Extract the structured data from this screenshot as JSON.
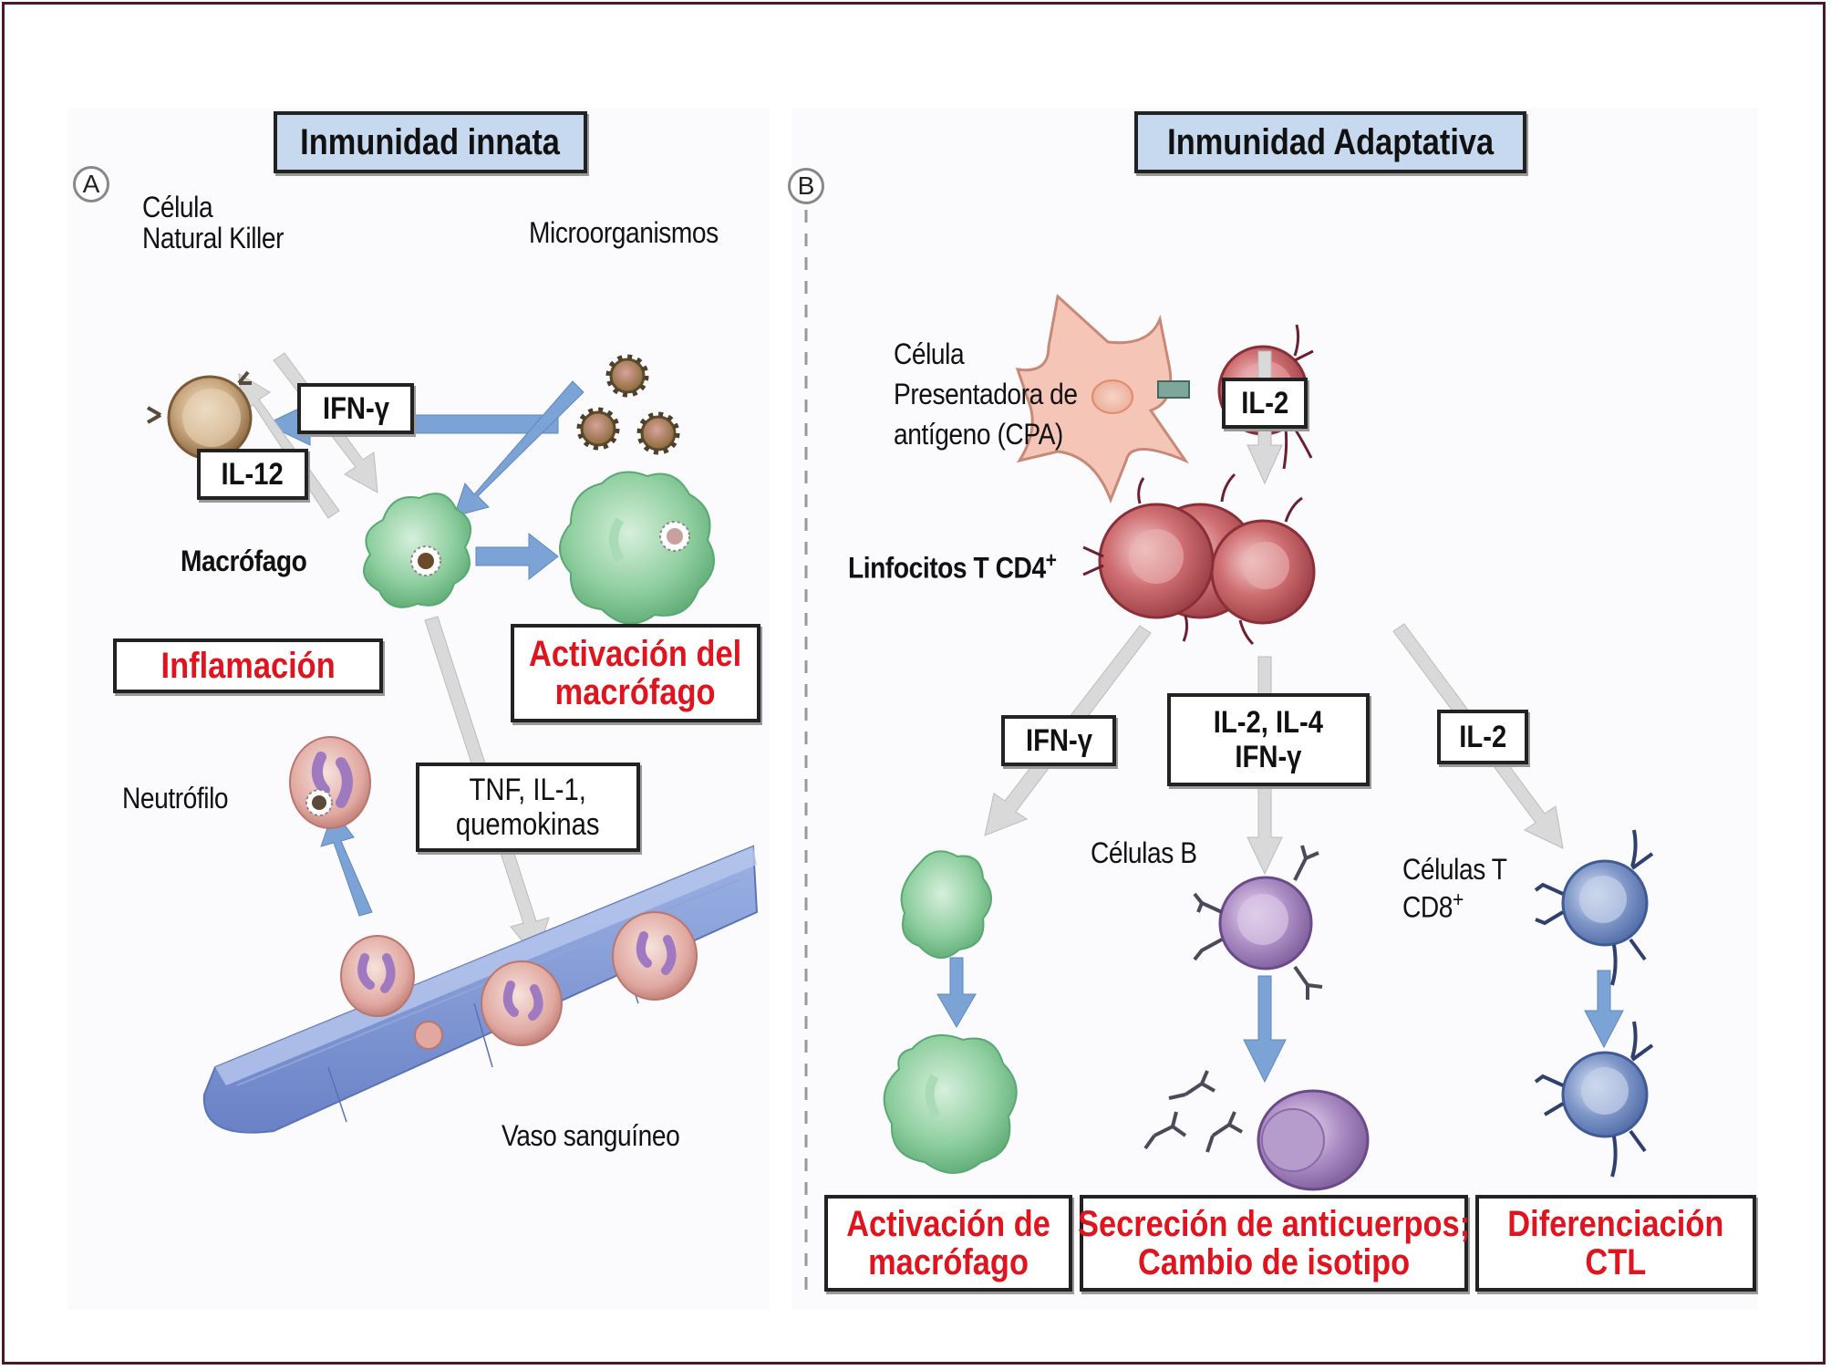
{
  "figure": {
    "panel_a": {
      "letter": "A",
      "title": "Inmunidad innata",
      "labels": {
        "nk_cell": "Célula\nNatural Killer",
        "microorganisms": "Microorganismos",
        "macrophage": "Macrófago",
        "neutrophil": "Neutrófilo",
        "blood_vessel": "Vaso sanguíneo"
      },
      "boxes": {
        "ifn_gamma": "IFN-γ",
        "il12": "IL-12",
        "cytokines": "TNF, IL-1,\nquemokinas"
      },
      "outcomes": {
        "inflammation": "Inflamación",
        "macrophage_activation": "Activación del\nmacrófago"
      }
    },
    "panel_b": {
      "letter": "B",
      "title": "Inmunidad Adaptativa",
      "labels": {
        "apc": "Célula\nPresentadora de\nantígeno (CPA)",
        "cd4": "Linfocitos T CD4",
        "cd4_sup": "+",
        "b_cells": "Células B",
        "cd8": "Células T\nCD8",
        "cd8_sup": "+"
      },
      "boxes": {
        "il2_top": "IL-2",
        "ifn_gamma_left": "IFN-γ",
        "il2_il4_ifn": "IL-2, IL-4\nIFN-γ",
        "il2_right": "IL-2"
      },
      "outcomes": {
        "macrophage_activation": "Activación de\nmacrófago",
        "antibody_secretion": "Secreción de anticuerpos;\nCambio de isotipo",
        "ctl_differentiation": "Diferenciación\nCTL"
      }
    },
    "colors": {
      "frame": "#4a1a2a",
      "title_fill": "#c6d9ee",
      "outcome_text": "#e0141e",
      "blue_arrow": "#7ba3d6",
      "gray_arrow": "#d4d4d4"
    }
  }
}
